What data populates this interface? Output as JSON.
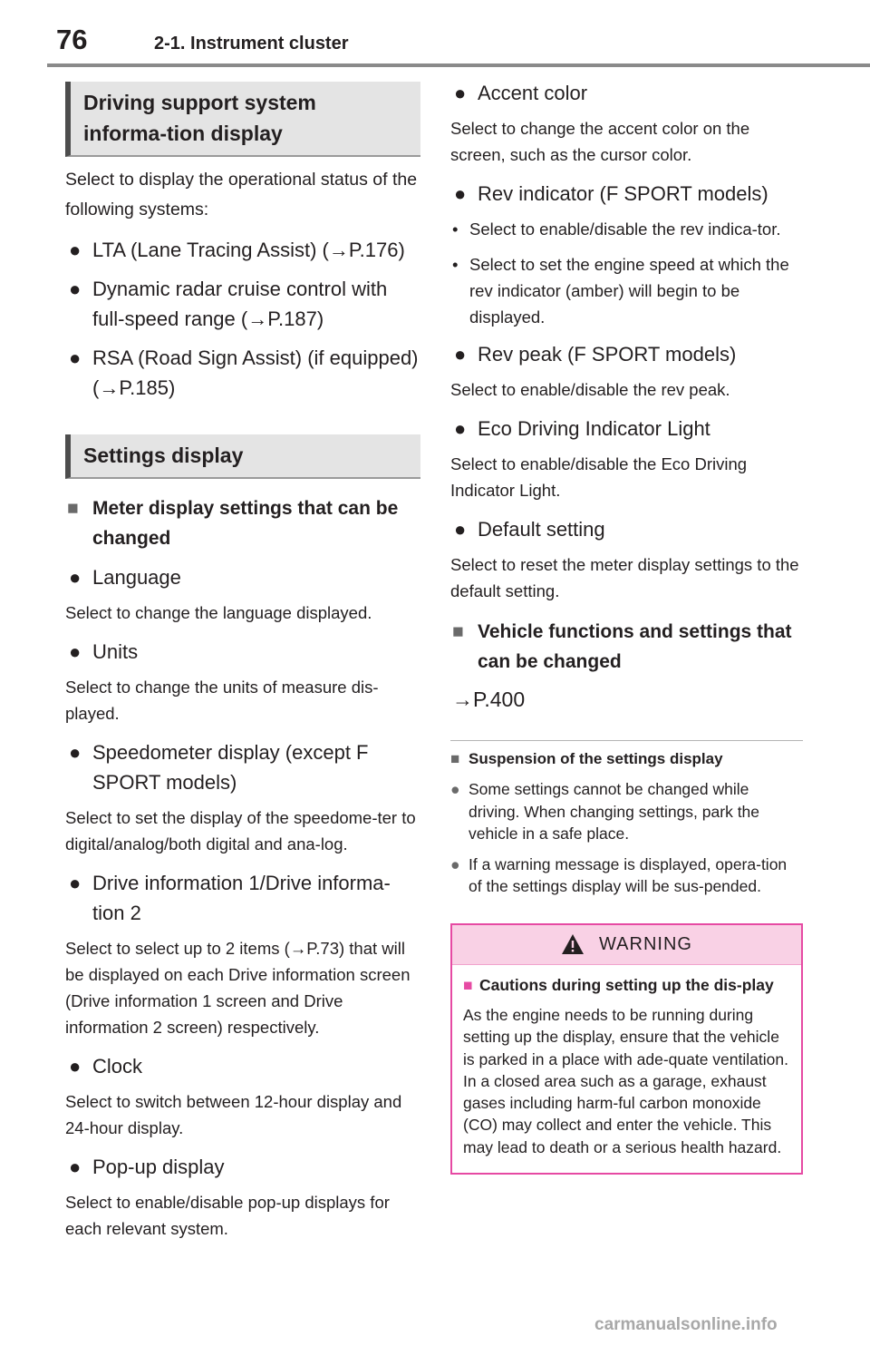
{
  "header": {
    "page_number": "76",
    "chapter": "2-1. Instrument cluster"
  },
  "left": {
    "section1_title": "Driving support system informa-tion display",
    "section1_text": "Select to display the operational status of the following systems:",
    "systems": [
      "LTA (Lane Tracing Assist) (→P.176)",
      "Dynamic radar cruise control with full-speed range (→P.187)",
      "RSA (Road Sign Assist) (if equipped) (→P.185)"
    ],
    "section2_title": "Settings display",
    "meter_heading": "Meter display settings that can be changed",
    "settings": [
      {
        "label": "Language",
        "desc": "Select to change the language displayed."
      },
      {
        "label": "Units",
        "desc": "Select to change the units of measure dis-played."
      },
      {
        "label": "Speedometer display (except F SPORT models)",
        "desc": "Select to set the display of the speedome-ter to digital/analog/both digital and ana-log."
      },
      {
        "label": "Drive information 1/Drive informa-tion 2",
        "desc": "Select to select up to 2 items (→P.73) that will be displayed on each Drive information screen (Drive information 1 screen and Drive information 2 screen) respectively."
      },
      {
        "label": "Clock",
        "desc": "Select to switch between 12-hour display and 24-hour display."
      },
      {
        "label": "Pop-up display",
        "desc": "Select to enable/disable pop-up displays for each relevant system."
      }
    ]
  },
  "right": {
    "accent": {
      "label": "Accent color",
      "desc": "Select to change the accent color on the screen, such as the cursor color."
    },
    "rev_indicator": {
      "label": "Rev indicator (F SPORT models)",
      "subs": [
        "Select to enable/disable the rev indica-tor.",
        "Select to set the engine speed at which the rev indicator (amber) will begin to be displayed."
      ]
    },
    "rev_peak": {
      "label": "Rev peak (F SPORT models)",
      "desc": "Select to enable/disable the rev peak."
    },
    "eco": {
      "label": "Eco Driving Indicator Light",
      "desc": "Select to enable/disable the Eco Driving Indicator Light."
    },
    "default": {
      "label": "Default setting",
      "desc": "Select to reset the meter display settings to the default setting."
    },
    "vehicle_heading": "Vehicle functions and settings that can be changed",
    "vehicle_ref": "→P.400",
    "note_heading": "Suspension of the settings display",
    "notes": [
      "Some settings cannot be changed while driving. When changing settings, park the vehicle in a safe place.",
      "If a warning message is displayed, opera-tion of the settings display will be sus-pended."
    ],
    "warning": {
      "title": "WARNING",
      "heading": "Cautions during setting up the dis-play",
      "text": "As the engine needs to be running during setting up the display, ensure that the vehicle is parked in a place with ade-quate ventilation. In a closed area such as a garage, exhaust gases including harm-ful carbon monoxide (CO) may collect and enter the vehicle. This may lead to death or a serious health hazard."
    }
  },
  "watermark": "carmanualsonline.info"
}
